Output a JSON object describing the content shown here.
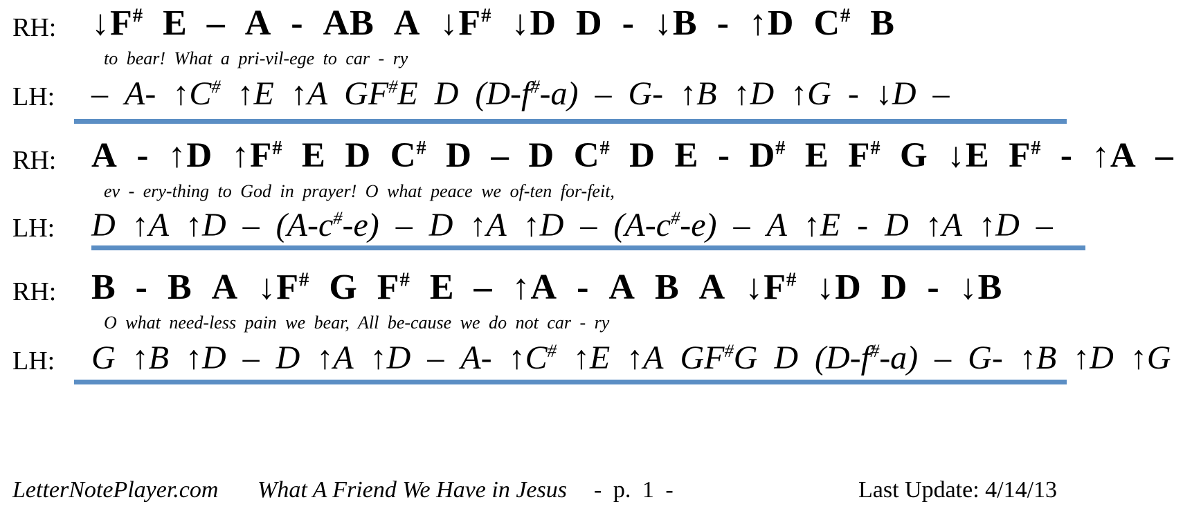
{
  "systems": [
    {
      "rh_label": "RH:",
      "rh_text": "↓F# E – A - AB A ↓F# ↓D D - ↓B - ↑D C# B",
      "lyrics": "to bear! What a pri-vil-ege to car - ry",
      "lh_label": "LH:",
      "lh_text": "– A- ↑C# ↑E ↑A GF#E D (D-f#-a) – G- ↑B ↑D ↑G - ↓D –"
    },
    {
      "rh_label": "RH:",
      "rh_text": "A - ↑D ↑F# E D C# D – D C# D E - D# E F# G ↓E F# - ↑A –",
      "lyrics": "ev - ery-thing to God in prayer! O what peace we of-ten for-feit,",
      "lh_label": "LH:",
      "lh_text": "D ↑A ↑D – (A-c#-e) – D ↑A ↑D – (A-c#-e) – A ↑E - D ↑A ↑D –"
    },
    {
      "rh_label": "RH:",
      "rh_text": "B - B A ↓F# G F# E – ↑A - A B A ↓F# ↓D D - ↓B",
      "lyrics": "O what need-less pain we bear, All be-cause we do not car - ry",
      "lh_label": "LH:",
      "lh_text": "G ↑B ↑D – D ↑A ↑D – A- ↑C# ↑E ↑A GF#G D (D-f#-a) – G- ↑B ↑D ↑G"
    }
  ],
  "footer": {
    "site": "LetterNotePlayer.com",
    "title": "What A Friend We Have in Jesus",
    "page": "- p. 1 -",
    "updated": "Last Update: 4/14/13"
  },
  "rule_color": "#5b8ec4"
}
